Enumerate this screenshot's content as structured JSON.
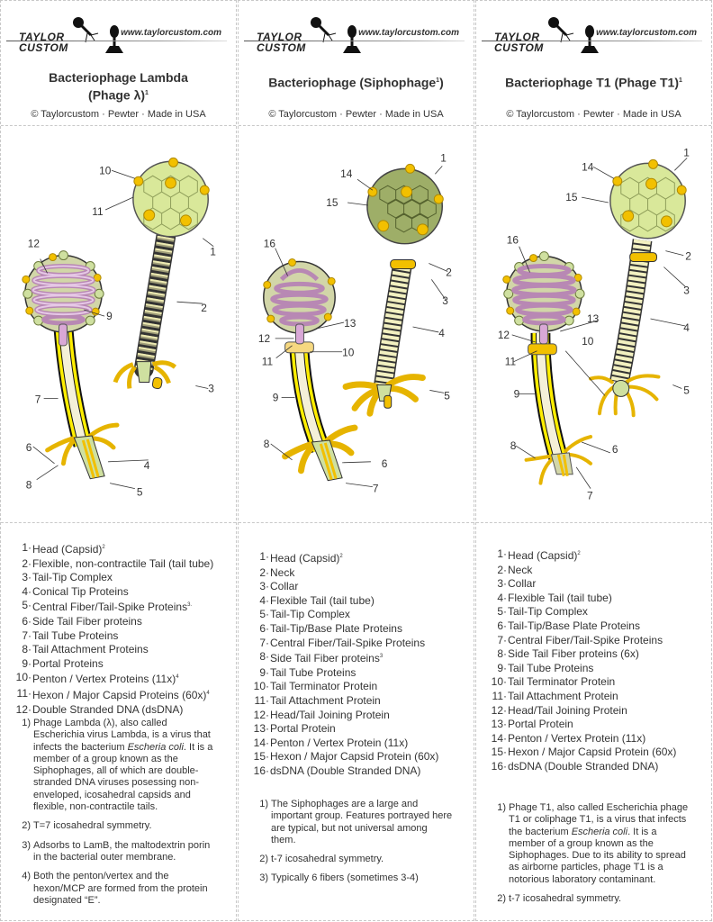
{
  "brand": {
    "logo_line1": "TAYLOR",
    "logo_line2": "CUSTOM",
    "url": "www.taylorcustom.com"
  },
  "copyright": "© Taylorcustom · Pewter · Made in USA",
  "colors": {
    "capsid": "#d9e89a",
    "capsid_dark": "#8f9e5a",
    "vertex": "#f2c000",
    "tail": "#f2f0c0",
    "dna": "#d9a8d6",
    "fiber": "#f2c000"
  },
  "cards": [
    {
      "title_line1": "Bacteriophage Lambda",
      "title_line2": "(Phage λ)",
      "title_sup": "1",
      "diagram_labels": [
        "1",
        "2",
        "3",
        "4",
        "5",
        "6",
        "7",
        "8",
        "9",
        "10",
        "11",
        "12"
      ],
      "parts": [
        {
          "n": "1",
          "label": "Head (Capsid)",
          "sup": "2"
        },
        {
          "n": "2",
          "label": "Flexible, non-contractile Tail (tail tube)",
          "sup": ""
        },
        {
          "n": "3",
          "label": "Tail-Tip Complex",
          "sup": ""
        },
        {
          "n": "4",
          "label": "Conical Tip Proteins",
          "sup": ""
        },
        {
          "n": "5",
          "label": "Central Fiber/Tail-Spike Proteins",
          "sup": "3."
        },
        {
          "n": "6",
          "label": "Side Tail Fiber proteins",
          "sup": ""
        },
        {
          "n": "7",
          "label": "Tail Tube Proteins",
          "sup": ""
        },
        {
          "n": "8",
          "label": "Tail Attachment Proteins",
          "sup": ""
        },
        {
          "n": "9",
          "label": "Portal Proteins",
          "sup": ""
        },
        {
          "n": "10",
          "label": "Penton / Vertex Proteins (11x)",
          "sup": "4"
        },
        {
          "n": "11",
          "label": "Hexon / Major Capsid Proteins (60x)",
          "sup": "4"
        },
        {
          "n": "12",
          "label": "Double Stranded DNA (dsDNA)",
          "sup": ""
        }
      ],
      "notes": [
        {
          "n": "1)",
          "before": "Phage Lambda (λ), also called Escherichia virus Lambda, is a virus that infects the bacterium ",
          "italic": "Escheria coli",
          "after": ". It is a member of a group known as the Siphophages, all of which are double-stranded DNA viruses posessing non-enveloped, icosahedral capsids and flexible, non-contractile tails."
        },
        {
          "n": "2)",
          "before": "T=7 icosahedral symmetry.",
          "italic": "",
          "after": ""
        },
        {
          "n": "3)",
          "before": "Adsorbs to LamB, the maltodextrin porin in the bacterial outer membrane.",
          "italic": "",
          "after": ""
        },
        {
          "n": "4)",
          "before": "Both the penton/vertex and the hexon/MCP are formed from the protein designated “E”.",
          "italic": "",
          "after": ""
        }
      ]
    },
    {
      "title_line1": "Bacteriophage (Siphophage",
      "title_line2": "",
      "title_sup": "1",
      "title_close": ")",
      "diagram_labels": [
        "1",
        "2",
        "3",
        "4",
        "5",
        "6",
        "7",
        "8",
        "9",
        "10",
        "11",
        "12",
        "13",
        "14",
        "15",
        "16"
      ],
      "parts": [
        {
          "n": "1",
          "label": "Head (Capsid)",
          "sup": "2"
        },
        {
          "n": "2",
          "label": "Neck",
          "sup": ""
        },
        {
          "n": "3",
          "label": "Collar",
          "sup": ""
        },
        {
          "n": "4",
          "label": "Flexible Tail (tail tube)",
          "sup": ""
        },
        {
          "n": "5",
          "label": "Tail-Tip Complex",
          "sup": ""
        },
        {
          "n": "6",
          "label": "Tail-Tip/Base Plate Proteins",
          "sup": ""
        },
        {
          "n": "7",
          "label": "Central Fiber/Tail-Spike Proteins",
          "sup": ""
        },
        {
          "n": "8",
          "label": "Side Tail Fiber proteins",
          "sup": "3"
        },
        {
          "n": "9",
          "label": "Tail Tube Proteins",
          "sup": ""
        },
        {
          "n": "10",
          "label": "Tail Terminator Protein",
          "sup": ""
        },
        {
          "n": "11",
          "label": "Tail Attachment Protein",
          "sup": ""
        },
        {
          "n": "12",
          "label": "Head/Tail Joining Protein",
          "sup": ""
        },
        {
          "n": "13",
          "label": "Portal Protein",
          "sup": ""
        },
        {
          "n": "14",
          "label": "Penton / Vertex Protein (11x)",
          "sup": ""
        },
        {
          "n": "15",
          "label": "Hexon / Major Capsid Protein (60x)",
          "sup": ""
        },
        {
          "n": "16",
          "label": "dsDNA (Double Stranded DNA)",
          "sup": ""
        }
      ],
      "notes": [
        {
          "n": "1)",
          "before": "The Siphophages are a large and important group. Features portrayed here are typical, but not universal among them.",
          "italic": "",
          "after": ""
        },
        {
          "n": "2)",
          "before": "t-7 icosahedral symmetry.",
          "italic": "",
          "after": ""
        },
        {
          "n": "3)",
          "before": "Typically 6 fibers (sometimes 3-4)",
          "italic": "",
          "after": ""
        }
      ]
    },
    {
      "title_line1": "Bacteriophage T1 (Phage T1)",
      "title_line2": "",
      "title_sup": "1",
      "diagram_labels": [
        "1",
        "2",
        "3",
        "4",
        "5",
        "6",
        "7",
        "8",
        "9",
        "10",
        "11",
        "12",
        "13",
        "14",
        "15",
        "16"
      ],
      "parts": [
        {
          "n": "1",
          "label": "Head (Capsid)",
          "sup": "2"
        },
        {
          "n": "2",
          "label": "Neck",
          "sup": ""
        },
        {
          "n": "3",
          "label": "Collar",
          "sup": ""
        },
        {
          "n": "4",
          "label": "Flexible Tail (tail tube)",
          "sup": ""
        },
        {
          "n": "5",
          "label": "Tail-Tip Complex",
          "sup": ""
        },
        {
          "n": "6",
          "label": "Tail-Tip/Base Plate Proteins",
          "sup": ""
        },
        {
          "n": "7",
          "label": "Central Fiber/Tail-Spike Proteins",
          "sup": ""
        },
        {
          "n": "8",
          "label": "Side Tail Fiber proteins (6x)",
          "sup": ""
        },
        {
          "n": "9",
          "label": "Tail Tube Proteins",
          "sup": ""
        },
        {
          "n": "10",
          "label": "Tail Terminator Protein",
          "sup": ""
        },
        {
          "n": "11",
          "label": "Tail Attachment Protein",
          "sup": ""
        },
        {
          "n": "12",
          "label": "Head/Tail Joining Protein",
          "sup": ""
        },
        {
          "n": "13",
          "label": "Portal Protein",
          "sup": ""
        },
        {
          "n": "14",
          "label": "Penton / Vertex Protein (11x)",
          "sup": ""
        },
        {
          "n": "15",
          "label": "Hexon / Major Capsid Protein (60x)",
          "sup": ""
        },
        {
          "n": "16",
          "label": "dsDNA (Double Stranded DNA)",
          "sup": ""
        }
      ],
      "notes": [
        {
          "n": "1)",
          "before": "Phage T1, also called Escherichia phage T1 or coliphage T1, is a virus that infects the bacterium ",
          "italic": "Escheria coli",
          "after": ". It is a member of a group known as the Siphophages. Due to its ability to spread as airborne particles, phage T1 is a notorious laboratory contaminant."
        },
        {
          "n": "2)",
          "before": "t-7 icosahedral symmetry.",
          "italic": "",
          "after": ""
        }
      ]
    }
  ]
}
